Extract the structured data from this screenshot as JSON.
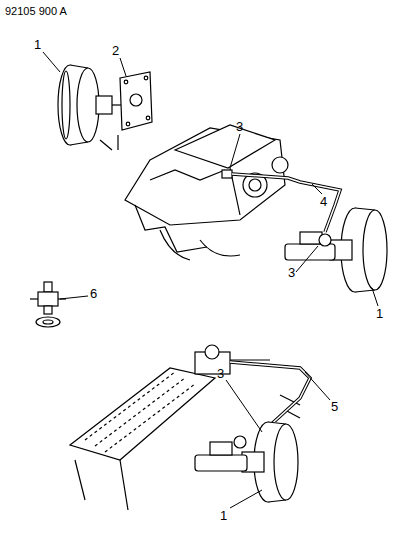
{
  "diagram": {
    "labels": [
      "92105 900 A",
      "1",
      "2",
      "3",
      "4",
      "3",
      "1",
      "6",
      "5",
      "3",
      "1"
    ]
  }
}
